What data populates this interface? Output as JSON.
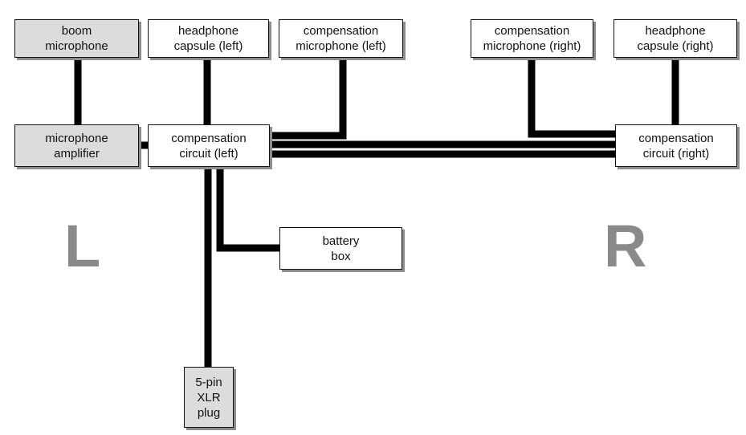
{
  "colors": {
    "wire": "#000000",
    "box_fill": "#ffffff",
    "box_fill_highlight": "#dcdcdc",
    "box_shadow": "#8c8c8c",
    "side_label": "#8a8a8a"
  },
  "boxes": {
    "boom_microphone": [
      "boom",
      "microphone"
    ],
    "headphone_capsule_left": [
      "headphone",
      "capsule (left)"
    ],
    "compensation_microphone_left": [
      "compensation",
      "microphone (left)"
    ],
    "compensation_microphone_right": [
      "compensation",
      "microphone (right)"
    ],
    "headphone_capsule_right": [
      "headphone",
      "capsule (right)"
    ],
    "microphone_amplifier": [
      "microphone",
      "amplifier"
    ],
    "compensation_circuit_left": [
      "compensation",
      "circuit (left)"
    ],
    "compensation_circuit_right": [
      "compensation",
      "circuit (right)"
    ],
    "battery_box": [
      "battery",
      "box"
    ],
    "xlr_plug": [
      "5-pin",
      "XLR",
      "plug"
    ]
  },
  "side_labels": {
    "left": "L",
    "right": "R"
  }
}
